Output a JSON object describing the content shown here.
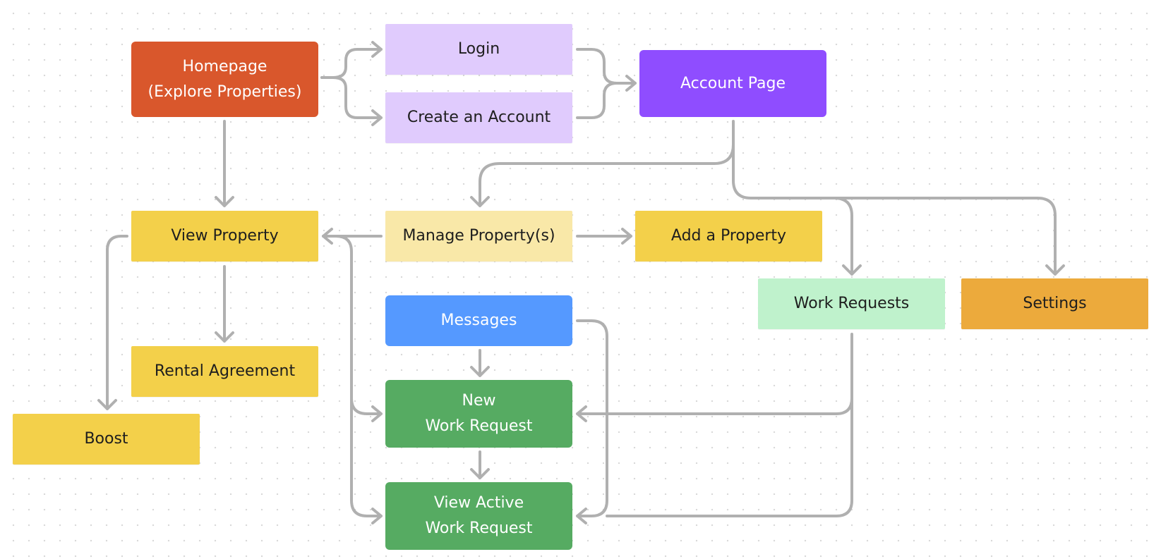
{
  "colors": {
    "homepage": "#d9572c",
    "login": "#e0cbfd",
    "create_account": "#e0cbfd",
    "account_page": "#8f4dff",
    "view_property": "#f3d04a",
    "manage_property": "#f9e8a8",
    "add_property": "#f3d04a",
    "work_requests": "#bff2cc",
    "settings": "#ecaa3c",
    "messages": "#5599ff",
    "rental_agreement": "#f3d04a",
    "boost": "#f3d04a",
    "new_work_request": "#56ab62",
    "view_active_work_request": "#56ab62",
    "connector": "#b0b0b0"
  },
  "nodes": {
    "homepage": "Homepage\n(Explore Properties)",
    "login": "Login",
    "create_account": "Create an Account",
    "account_page": "Account Page",
    "view_property": "View Property",
    "manage_property": "Manage Property(s)",
    "add_property": "Add a Property",
    "work_requests": "Work Requests",
    "settings": "Settings",
    "messages": "Messages",
    "rental_agreement": "Rental Agreement",
    "boost": "Boost",
    "new_work_request": "New\nWork Request",
    "view_active_work_request": "View Active\nWork Request"
  }
}
